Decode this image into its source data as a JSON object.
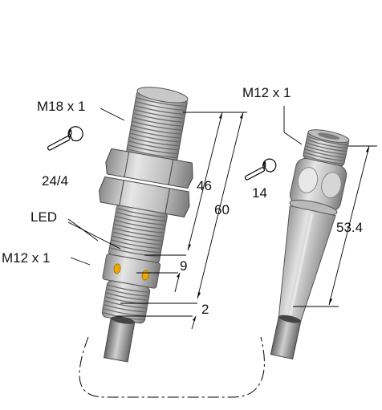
{
  "labels": {
    "sensor_thread": "M18 x 1",
    "wrench_sensor": "24/4",
    "led": "LED",
    "connector_thread_sensor": "M12 x 1",
    "dim_46": "46",
    "dim_60": "60",
    "dim_9": "9",
    "dim_2": "2",
    "cable_thread": "M12 x 1",
    "wrench_cable": "14",
    "dim_53_4": "53.4"
  },
  "colors": {
    "metal_light": "#d4d4d4",
    "metal_mid": "#b0b0b0",
    "metal_dark": "#7d7d7d",
    "led": "#f0a800",
    "line": "#000000"
  },
  "icons": [
    "wrench-icon",
    "wrench-icon"
  ]
}
